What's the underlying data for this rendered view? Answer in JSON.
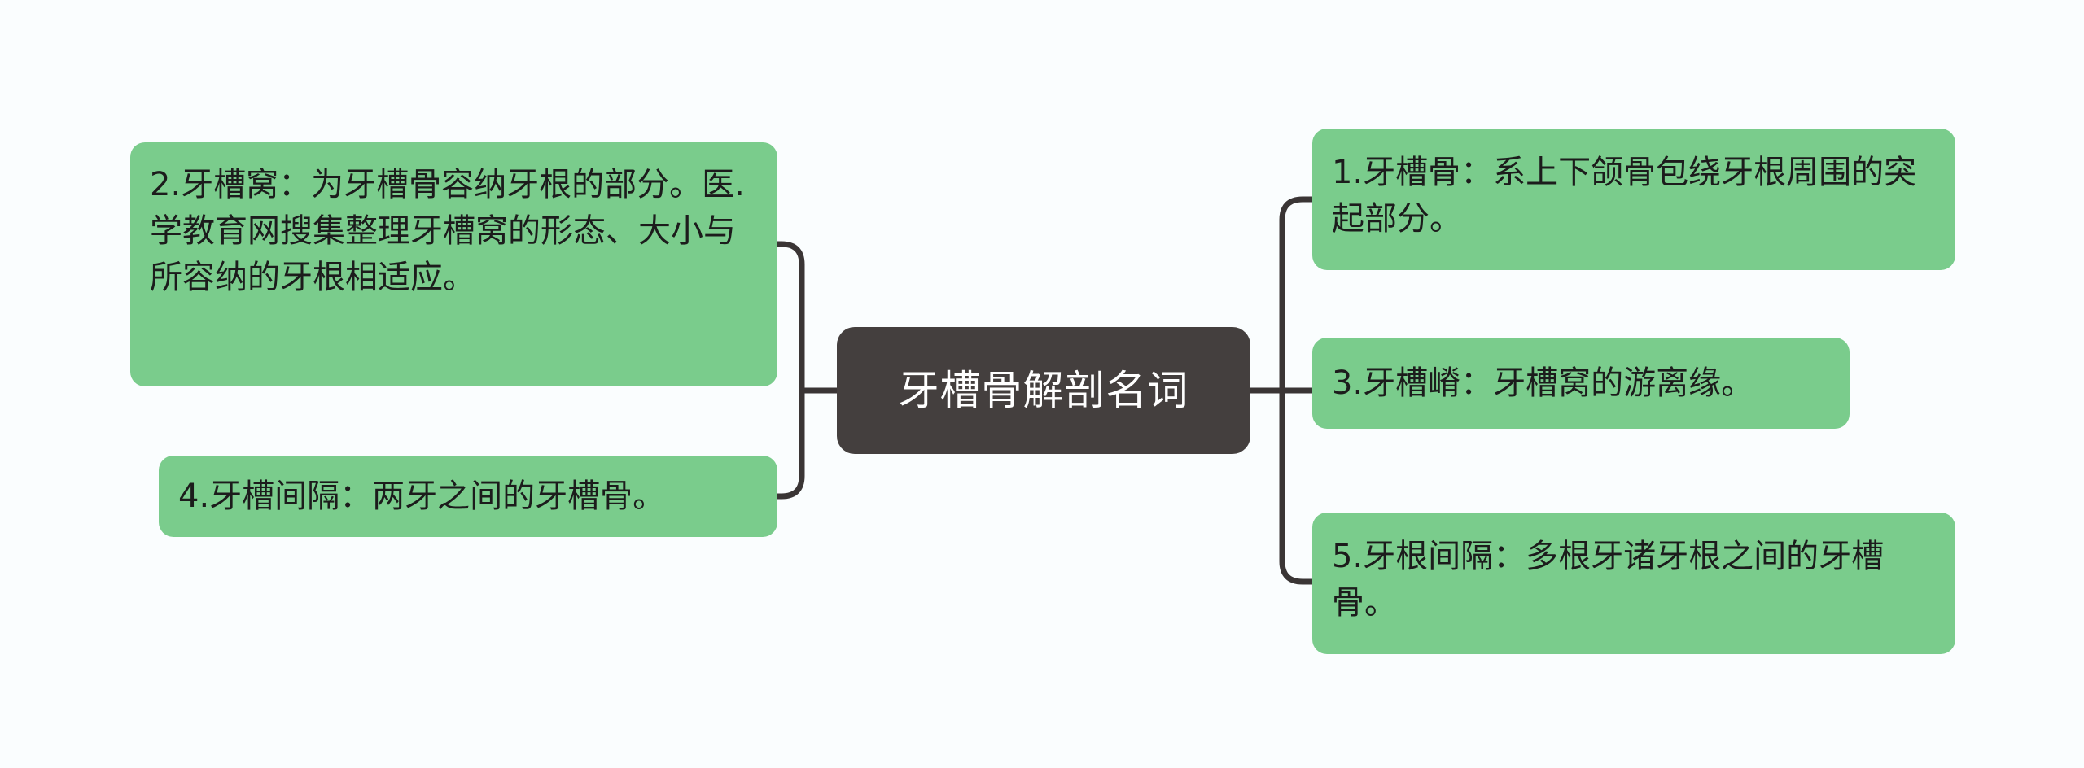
{
  "diagram": {
    "type": "mind-map",
    "title": "牙槽骨解剖名词",
    "background_color": "#fafdfe",
    "center": {
      "label": "牙槽骨解剖名词",
      "fill_color": "#443f3e",
      "text_color": "#ffffff"
    },
    "branch_color": "#7acc8c",
    "connector_color": "#3a3535",
    "left_branch": [
      {
        "index": "2",
        "label": "2.牙槽窝：为牙槽骨容纳牙根的部分。医.学教育网搜集整理牙槽窝的形态、大小与所容纳的牙根相适应。"
      },
      {
        "index": "4",
        "label": "4.牙槽间隔：两牙之间的牙槽骨。"
      }
    ],
    "right_branch": [
      {
        "index": "1",
        "label": "1.牙槽骨：系上下颌骨包绕牙根周围的突起部分。"
      },
      {
        "index": "3",
        "label": "3.牙槽嵴：牙槽窝的游离缘。"
      },
      {
        "index": "5",
        "label": "5.牙根间隔：多根牙诸牙根之间的牙槽骨。"
      }
    ]
  }
}
